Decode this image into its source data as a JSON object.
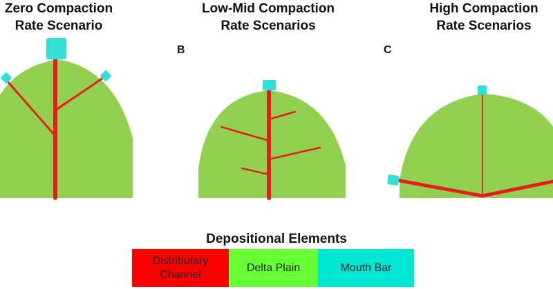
{
  "panels": [
    {
      "title_line1": "Zero Compaction",
      "title_line2": "Rate Scenario",
      "letter": ""
    },
    {
      "title_line1": "Low-Mid Compaction",
      "title_line2": "Rate Scenarios",
      "letter": "B"
    },
    {
      "title_line1": "High Compaction",
      "title_line2": "Rate Scenarios",
      "letter": "C"
    }
  ],
  "legend": {
    "title": "Depositional Elements",
    "items": [
      {
        "label_line1": "Distributary",
        "label_line2": "Channel",
        "color": "#ff0000"
      },
      {
        "label_line1": "Delta Plain",
        "label_line2": "",
        "color": "#66ff33"
      },
      {
        "label_line1": "Mouth Bar",
        "label_line2": "",
        "color": "#00e6d2"
      }
    ]
  },
  "colors": {
    "delta_plain": "#92d050",
    "channel": "#e41e1e",
    "mouth_bar": "#2ee0d6"
  }
}
